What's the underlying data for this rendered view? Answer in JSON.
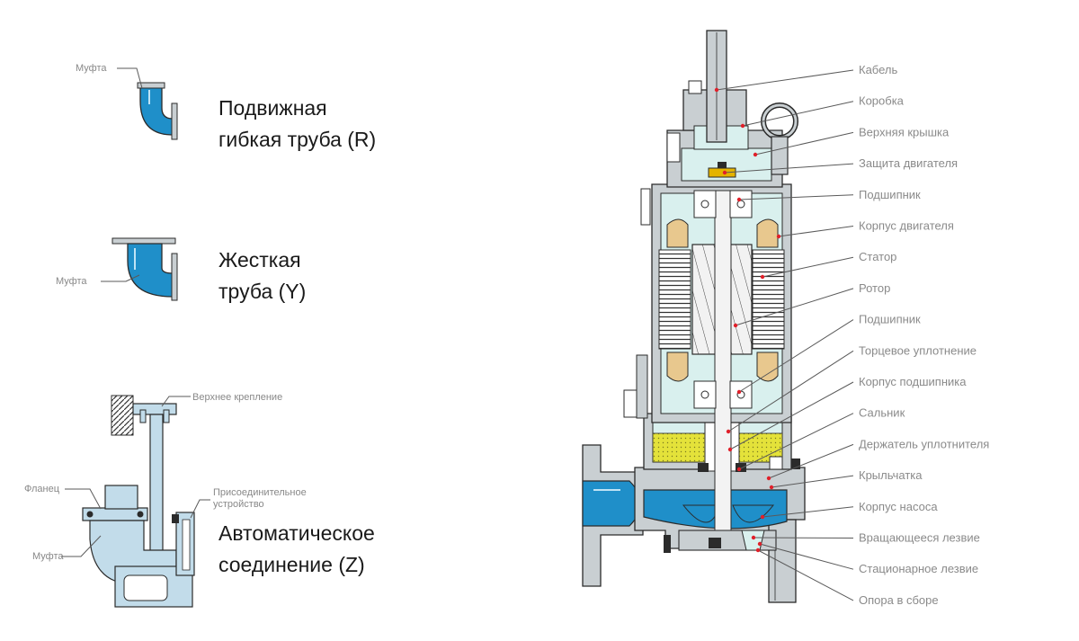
{
  "colors": {
    "casing": "#c9cfd2",
    "water": "#1f8fc9",
    "motor_space": "#d9f0ee",
    "oil": "#e4e23a",
    "pipe_light": "#c2dcea",
    "outline": "#2b2b2b",
    "marker": "#e0202a"
  },
  "connections": {
    "flexible": {
      "title_line1": "Подвижная",
      "title_line2": "гибкая труба (R)",
      "coupling_label": "Муфта"
    },
    "rigid": {
      "title_line1": "Жесткая",
      "title_line2": "труба (Y)",
      "coupling_label": "Муфта"
    },
    "automatic": {
      "title_line1": "Автоматическое",
      "title_line2": "соединение (Z)",
      "top_mount_label": "Верхнее крепление",
      "flange_label": "Фланец",
      "connector_label_line1": "Присоединительное",
      "connector_label_line2": "устройство",
      "coupling_label": "Муфта"
    }
  },
  "pump_parts": [
    "Кабель",
    "Коробка",
    "Верхняя крышка",
    "Защита двигателя",
    "Подшипник",
    "Корпус двигателя",
    "Статор",
    "Ротор",
    "Подшипник",
    "Торцевое уплотнение",
    "Корпус подшипника",
    "Сальник",
    "Держатель уплотнителя",
    "Крыльчатка",
    "Корпус насоса",
    "Вращающееся лезвие",
    "Стационарное лезвие",
    "Опора в сборе"
  ]
}
